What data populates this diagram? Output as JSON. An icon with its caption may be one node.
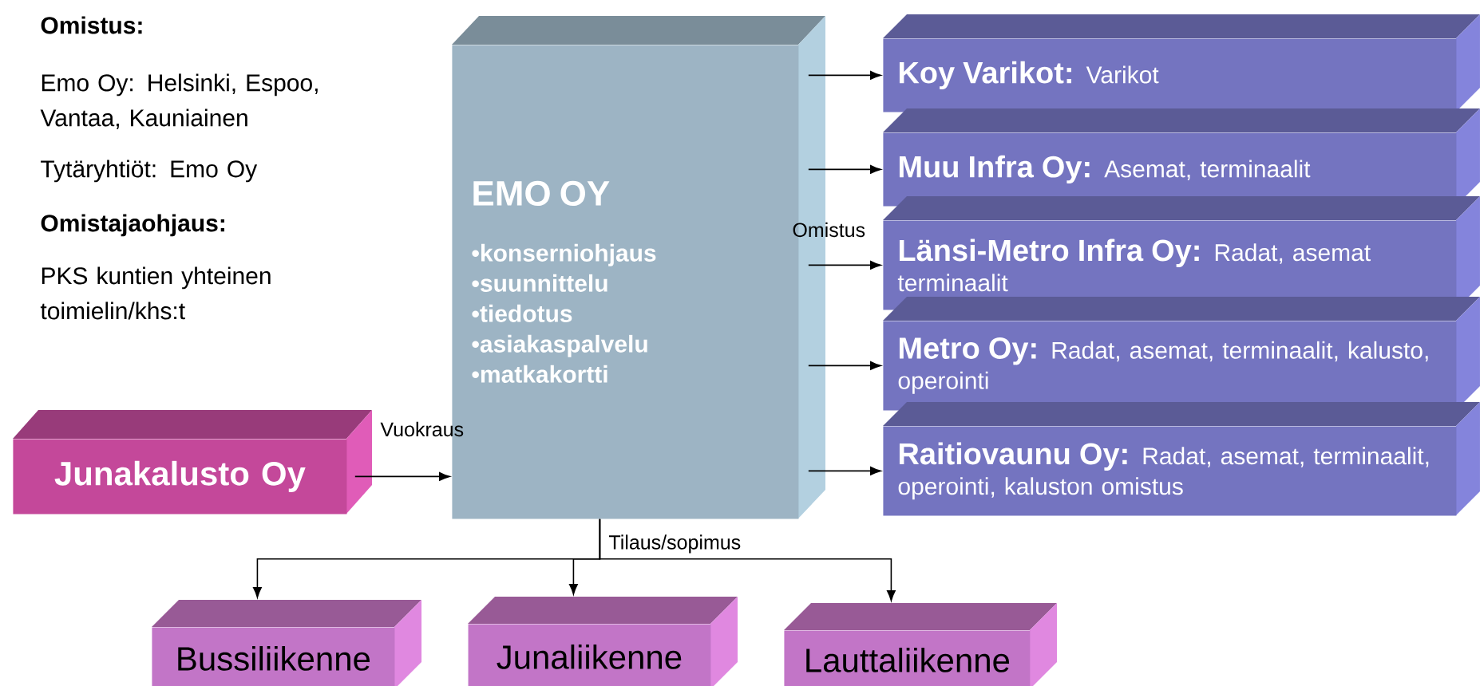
{
  "diagram": {
    "nodes": [
      {
        "text": [
          "EMO OY",
          "•konserniohjaus",
          "•suunnittelu",
          "•tiedotus",
          "•asiakaspalvelu",
          "•matkakortti"
        ]
      },
      {
        "text": [
          "**Koy Varikot:** Varikot"
        ]
      },
      {
        "text": [
          "**Muu Infra Oy:** Asemat, terminaalit"
        ]
      },
      {
        "text": [
          "**Länsi-Metro Infra Oy:** Radat, asemat terminaalit"
        ]
      },
      {
        "text": [
          "**Metro Oy:** Radat, asemat, terminaalit, kalusto, operointi"
        ]
      },
      {
        "text": [
          "**Raitiovaunu Oy:** Radat, asemat, terminaalit, operointi, kaluston omistus"
        ]
      },
      {
        "text": [
          "Junakalusto Oy"
        ]
      },
      {
        "text": [
          "Bussiliikenne"
        ]
      },
      {
        "text": [
          "Junaliikenne"
        ]
      },
      {
        "text": [
          "Lauttaliikenne"
        ]
      }
    ],
    "edges": [
      {
        "from": 0,
        "to": 1,
        "arrow": "to"
      },
      {
        "from": 0,
        "to": 2,
        "arrow": "to"
      },
      {
        "from": 0,
        "to": 3,
        "arrow": "to",
        "label": "Omistus"
      },
      {
        "from": 0,
        "to": 4,
        "arrow": "to"
      },
      {
        "from": 0,
        "to": 5,
        "arrow": "to"
      },
      {
        "from": 6,
        "to": 0,
        "arrow": "to",
        "label": "Vuokraus"
      },
      {
        "from": 0,
        "to": 7,
        "arrow": "to"
      },
      {
        "from": 0,
        "to": 8,
        "arrow": "to",
        "label": "Tilaus/sopimus"
      },
      {
        "from": 0,
        "to": 9,
        "arrow": "to"
      }
    ],
    "labels": [
      "Omistus:",
      "Emo Oy: Helsinki, Espoo, Vantaa, Kauniainen",
      "Tytäryhtiöt: Emo Oy",
      "Omistajaohjaus:",
      "PKS kuntien yhteinen toimielin/khs:t"
    ]
  }
}
